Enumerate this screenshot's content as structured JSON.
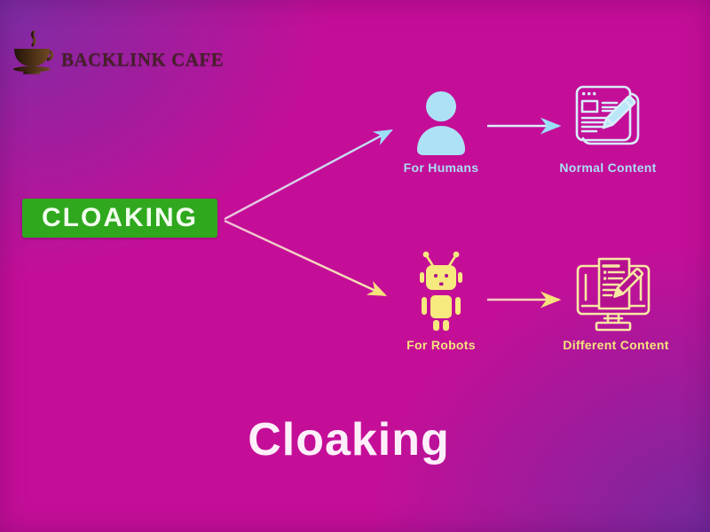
{
  "brand": {
    "name": "BACKLINK CAFE"
  },
  "root": {
    "label": "CLOAKING"
  },
  "branches": {
    "humans": {
      "audience": "For Humans",
      "content": "Normal Content"
    },
    "robots": {
      "audience": "For Robots",
      "content": "Different Content"
    }
  },
  "caption": "Cloaking",
  "colors": {
    "background_magenta": "#c50e98",
    "background_purple": "#7c2da4",
    "root_green": "#2fa81e",
    "human_blue": "#ade2f6",
    "robot_yellow": "#f6e97e",
    "label_blue": "#a9def4",
    "label_yellow": "#f4e37c"
  },
  "icons": {
    "brand": "coffee-cup-icon",
    "humans": "person-icon",
    "normal_content": "webpage-edit-icon",
    "robots": "robot-icon",
    "different_content": "monitor-edit-icon"
  }
}
